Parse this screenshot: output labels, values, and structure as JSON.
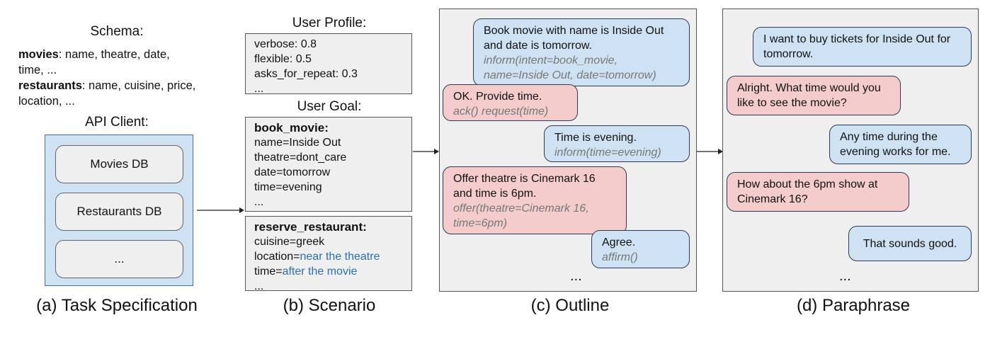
{
  "task_spec": {
    "schema_title": "Schema:",
    "schema_lines": [
      {
        "entity": "movies",
        "text": ": name, theatre, date,"
      },
      {
        "entity": "",
        "text": "time, ..."
      },
      {
        "entity": "restaurants",
        "text": ": name, cuisine, price,"
      },
      {
        "entity": "",
        "text": "location, ..."
      }
    ],
    "api_title": "API Client:",
    "dbs": [
      "Movies DB",
      "Restaurants DB",
      "..."
    ],
    "caption": "(a) Task Specification"
  },
  "scenario": {
    "profile_title": "User Profile:",
    "profile_items": [
      "verbose: 0.8",
      "flexible: 0.5",
      "asks_for_repeat: 0.3",
      "..."
    ],
    "goal_title": "User Goal:",
    "goal1": {
      "name": "book_movie:",
      "items": [
        "name=Inside Out",
        "theatre=dont_care",
        "date=tomorrow",
        "time=evening",
        "..."
      ]
    },
    "goal2": {
      "name": "reserve_restaurant:",
      "items": [
        {
          "k": "cuisine=greek",
          "v": ""
        },
        {
          "k": "location=",
          "v": "near the theatre"
        },
        {
          "k": "time=",
          "v": "after the movie"
        },
        {
          "k": "...",
          "v": ""
        }
      ]
    },
    "caption": "(b) Scenario"
  },
  "outline": {
    "turns": [
      {
        "speaker": "user",
        "text": "Book movie with name is Inside Out and date is tomorrow.",
        "semantics": "inform(intent=book_movie, name=Inside Out, date=tomorrow)"
      },
      {
        "speaker": "system",
        "text": "OK. Provide time.",
        "semantics": "ack() request(time)"
      },
      {
        "speaker": "user",
        "text": "Time is evening.",
        "semantics": "inform(time=evening)"
      },
      {
        "speaker": "system",
        "text": "Offer theatre is Cinemark 16 and time is 6pm.",
        "semantics": "offer(theatre=Cinemark 16, time=6pm)"
      },
      {
        "speaker": "user",
        "text": "Agree.",
        "semantics": "affirm()"
      }
    ],
    "ellipsis": "...",
    "caption": "(c) Outline"
  },
  "paraphrase": {
    "turns": [
      {
        "speaker": "user",
        "text": "I want to buy tickets for Inside Out for tomorrow."
      },
      {
        "speaker": "system",
        "text": "Alright. What time would you like to see the movie?"
      },
      {
        "speaker": "user",
        "text": "Any time during the evening works for me."
      },
      {
        "speaker": "system",
        "text": "How about the 6pm show at Cinemark 16?"
      },
      {
        "speaker": "user",
        "text": "That sounds good."
      }
    ],
    "ellipsis": "...",
    "caption": "(d) Paraphrase"
  },
  "colors": {
    "user_bubble": "#cfe2f3",
    "system_bubble": "#f4cccc",
    "panel": "#efefef",
    "highlight_text": "#2a6fb7"
  }
}
